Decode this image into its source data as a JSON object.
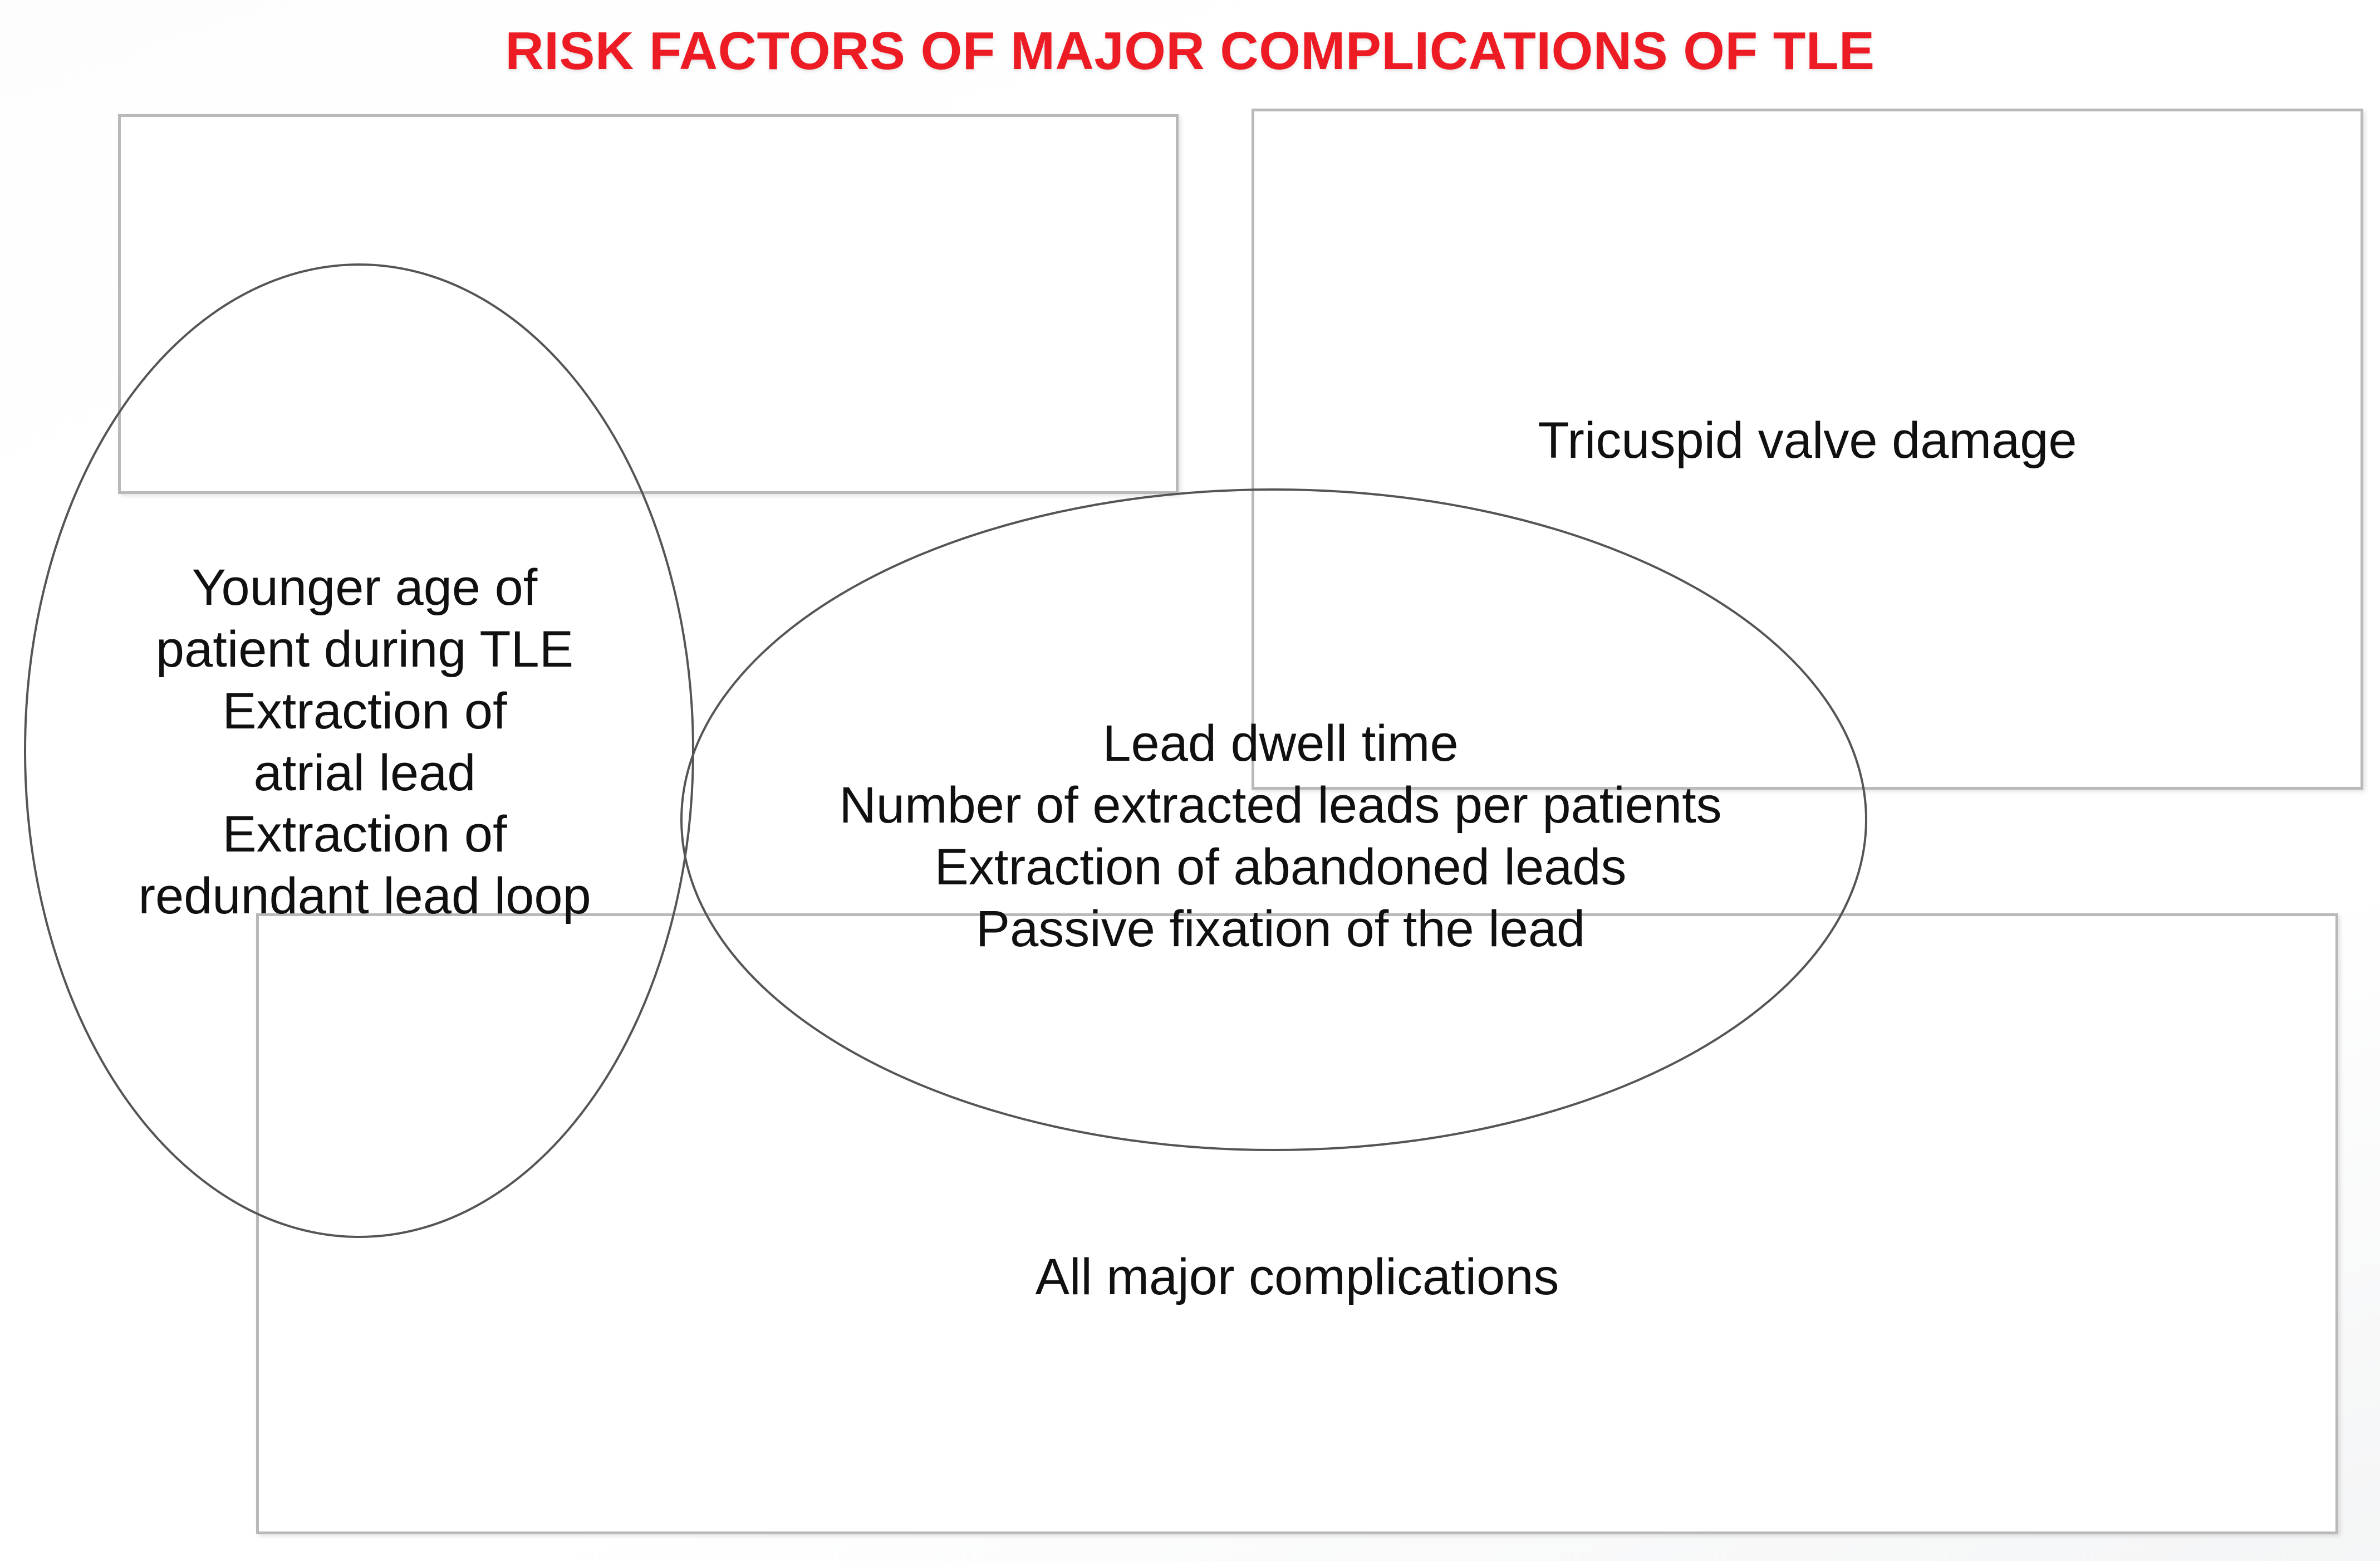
{
  "slide": {
    "title": "RISK FACTORS OF MAJOR COMPLICATIONS OF TLE",
    "title_color": "#ED1C24",
    "text_color": "#101010",
    "shape_outline_color": "#b9b9b9",
    "ellipse_outline_color": "#555555",
    "background_color": "#ffffff"
  },
  "venn": {
    "type": "venn-diagram",
    "sets": [
      {
        "id": "rect-empty",
        "shape": "rectangle",
        "label": "",
        "items": []
      },
      {
        "id": "rect-tricuspid",
        "shape": "rectangle",
        "label": "Tricuspid valve damage",
        "items": [
          "Tricuspid valve damage"
        ]
      },
      {
        "id": "rect-all-major-complications",
        "shape": "rectangle",
        "label": "All major complications",
        "items": [
          "All major complications"
        ]
      },
      {
        "id": "ellipse-left",
        "shape": "ellipse",
        "label": "Younger age of patient during TLE\nExtraction of\natrial lead\nExtraction of\nredundant lead loop",
        "items": [
          "Younger age of patient during TLE",
          "Extraction of atrial lead",
          "Extraction of redundant lead loop"
        ]
      },
      {
        "id": "ellipse-center",
        "shape": "ellipse",
        "label": "Lead dwell time\nNumber of extracted leads per patients\nExtraction of abandoned leads\nPassive fixation of the lead",
        "items": [
          "Lead dwell time",
          "Number of extracted leads per patients",
          "Extraction of abandoned leads",
          "Passive fixation of the lead"
        ]
      }
    ]
  },
  "labels": {
    "tricuspid_valve_damage": "Tricuspid valve damage",
    "all_major_complications": "All major complications",
    "left_ellipse_text": "Younger age of\npatient during TLE\nExtraction of\natrial lead\nExtraction of\nredundant lead loop",
    "center_ellipse_text": "Lead dwell time\nNumber of extracted leads per patients\nExtraction of abandoned leads\nPassive fixation of the lead"
  }
}
